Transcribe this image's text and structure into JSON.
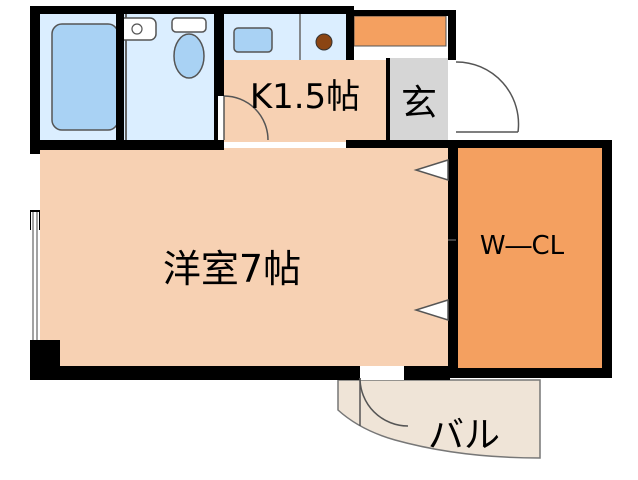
{
  "rooms": {
    "kitchen": "K1.5帖",
    "entrance": "玄",
    "western_room": "洋室7帖",
    "closet": "W―CL",
    "balcony": "バル"
  },
  "colors": {
    "wall": "#000000",
    "bath_fill": "#dbeeff",
    "tub_fill": "#a9d2f4",
    "floor_fill": "#f7d1b3",
    "closet_fill": "#f4a060",
    "entrance_fill": "#d6d6d6",
    "balcony_fill": "#efe4d7"
  }
}
